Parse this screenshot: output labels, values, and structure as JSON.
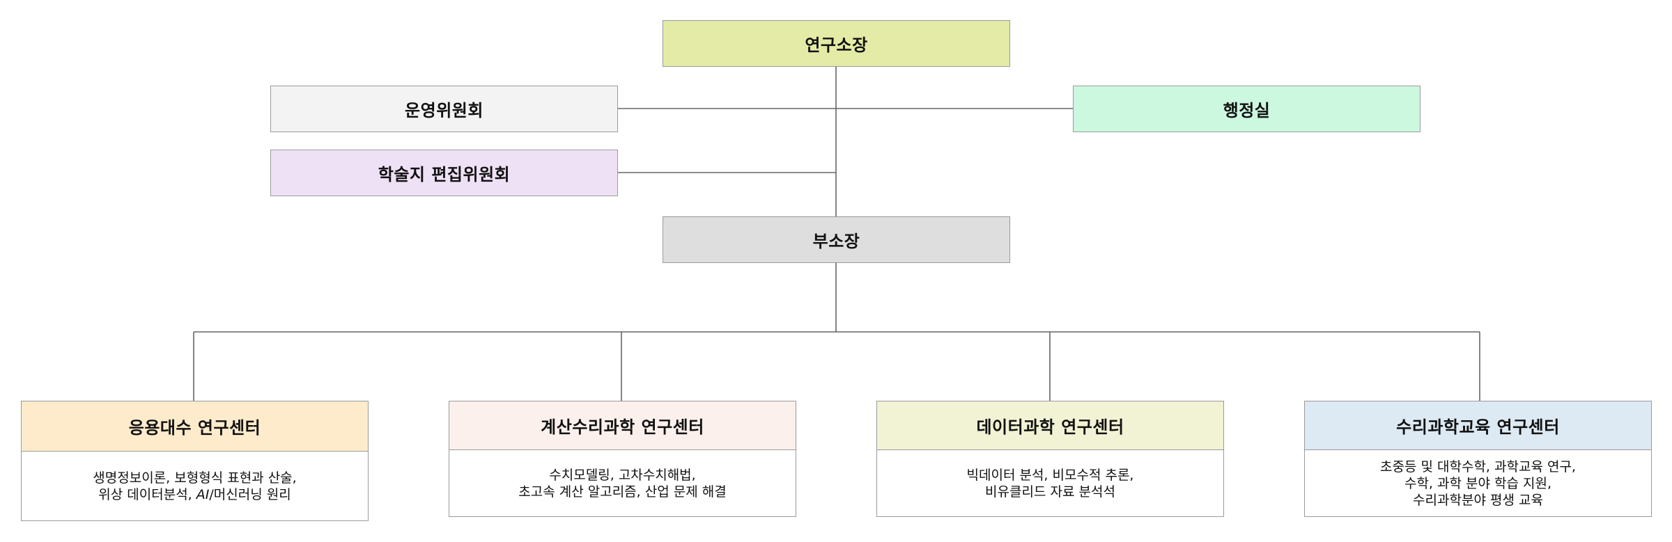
{
  "director": {
    "label": "연구소장"
  },
  "steering": {
    "label": "운영위원회"
  },
  "admin": {
    "label": "행정실"
  },
  "editorial": {
    "label": "학술지 편집위원회"
  },
  "deputy": {
    "label": "부소장"
  },
  "centers": [
    {
      "title": "응용대수 연구센터",
      "lines": [
        "생명정보이론, 보형형식 표현과 산술,",
        "위상 데이터분석, ",
        "AI",
        "/머신러닝 원리"
      ]
    },
    {
      "title": "계산수리과학 연구센터",
      "lines": [
        "수치모델링, 고차수치해법,",
        "초고속 계산 알고리즘, 산업 문제 해결"
      ]
    },
    {
      "title": "데이터과학 연구센터",
      "lines": [
        "빅데이터 분석, 비모수적 추론,",
        "비유클리드 자료 분석석"
      ]
    },
    {
      "title": "수리과학교육 연구센터",
      "lines": [
        "초중등 및 대학수학, 과학교육 연구,",
        "수학, 과학 분야 학습 지원,",
        "수리과학분야 평생 교육"
      ]
    }
  ],
  "colors": {
    "director": "#e3eba6",
    "steering": "#f3f3f3",
    "admin": "#ccf8e0",
    "editorial": "#efe1f5",
    "deputy": "#dedede",
    "center_applied_algebra": "#fdebcc",
    "center_computational": "#fbf0ec",
    "center_data_science": "#f2f2d4",
    "center_education": "#dde9f3",
    "connector": "#666666",
    "border": "#9a9a9a"
  }
}
